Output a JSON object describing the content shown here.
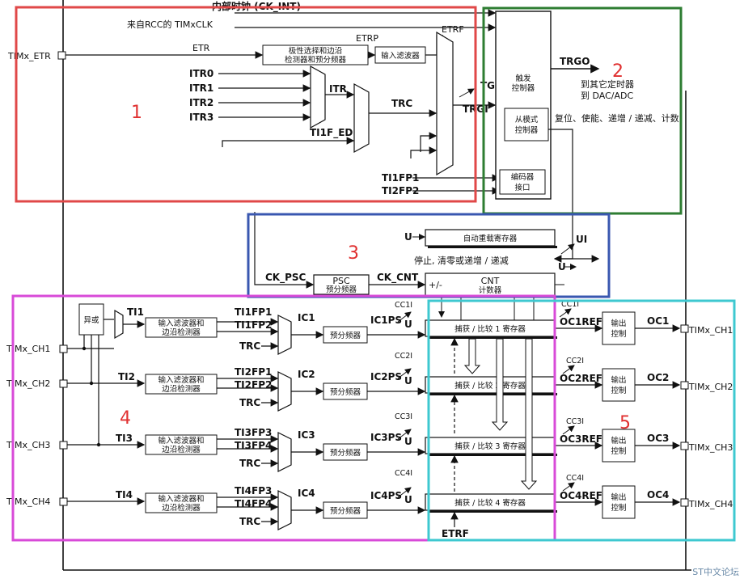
{
  "header": {
    "clk_int_partial": "内部时钟 (CK_INT)",
    "rcc_clk": "来自RCC的 TIMxCLK"
  },
  "inputs": {
    "etr_pin": "TIMx_ETR",
    "ch1": "TIMx_CH1",
    "ch2": "TIMx_CH2",
    "ch3": "TIMx_CH3",
    "ch4": "TIMx_CH4"
  },
  "signals": {
    "etr": "ETR",
    "etrp": "ETRP",
    "etrf": "ETRF",
    "itr0": "ITR0",
    "itr1": "ITR1",
    "itr2": "ITR2",
    "itr3": "ITR3",
    "itr": "ITR",
    "trc": "TRC",
    "tgi": "TGI",
    "trgi": "TRGI",
    "ti1f_ed": "TI1F_ED",
    "ti1fp1": "TI1FP1",
    "ti2fp2": "TI2FP2",
    "trgo": "TRGO",
    "ck_psc": "CK_PSC",
    "ck_cnt": "CK_CNT",
    "u": "U",
    "ui": "UI",
    "plus_minus": "+/-",
    "ti1": "TI1",
    "ti2": "TI2",
    "ti3": "TI3",
    "ti4": "TI4",
    "ti1fp1_b": "TI1FP1",
    "ti1fp2": "TI1FP2",
    "ti2fp1": "TI2FP1",
    "ti2fp2_b": "TI2FP2",
    "ti3fp3": "TI3FP3",
    "ti3fp4": "TI3FP4",
    "ti4fp3": "TI4FP3",
    "ti4fp4": "TI4FP4",
    "ic1": "IC1",
    "ic2": "IC2",
    "ic3": "IC3",
    "ic4": "IC4",
    "ic1ps": "IC1PS",
    "ic2ps": "IC2PS",
    "ic3ps": "IC3PS",
    "ic4ps": "IC4PS",
    "cc1i": "CC1I",
    "cc2i": "CC2I",
    "cc3i": "CC3I",
    "cc4i": "CC4I",
    "oc1ref": "OC1REF",
    "oc2ref": "OC2REF",
    "oc3ref": "OC3REF",
    "oc4ref": "OC4REF",
    "oc1": "OC1",
    "oc2": "OC2",
    "oc3": "OC3",
    "oc4": "OC4",
    "etrf_bottom": "ETRF"
  },
  "blocks": {
    "polarity_l1": "极性选择和边沿",
    "polarity_l2": "检测器和预分频器",
    "input_filter": "输入滤波器",
    "trigger_l1": "触发",
    "trigger_l2": "控制器",
    "slave_l1": "从模式",
    "slave_l2": "控制器",
    "encoder_l1": "编码器",
    "encoder_l2": "接口",
    "auto_reload": "自动重载寄存器",
    "stop_clear": "停止, 清零或递增 / 递减",
    "psc": "PSC",
    "psc_sub": "预分频器",
    "cnt": "CNT",
    "cnt_sub": "计数器",
    "xor": "异或",
    "filter_edge_l1": "输入滤波器和",
    "filter_edge_l2": "边沿检测器",
    "prescaler": "预分频器",
    "cc1_reg": "捕获 / 比较 1 寄存器",
    "cc2_reg": "捕获 / 比较 2 寄存器",
    "cc3_reg": "捕获 / 比较 3 寄存器",
    "cc4_reg": "捕获 / 比较 4 寄存器",
    "out_ctrl_l1": "输出",
    "out_ctrl_l2": "控制"
  },
  "annotations": {
    "to_timers": "到其它定时器",
    "to_dac_adc": "到 DAC/ADC",
    "reset_enable": "复位、使能、递增 / 递减、计数"
  },
  "regions": {
    "r1": "1",
    "r2": "2",
    "r3": "3",
    "r4": "4",
    "r5": "5"
  },
  "colors": {
    "region1": "#e04848",
    "region2": "#2e7d32",
    "region3": "#3957b0",
    "region4": "#d84ad8",
    "region5": "#3ec8d0",
    "line": "#111111",
    "number": "#e03030"
  },
  "watermark": "ST中文论坛"
}
